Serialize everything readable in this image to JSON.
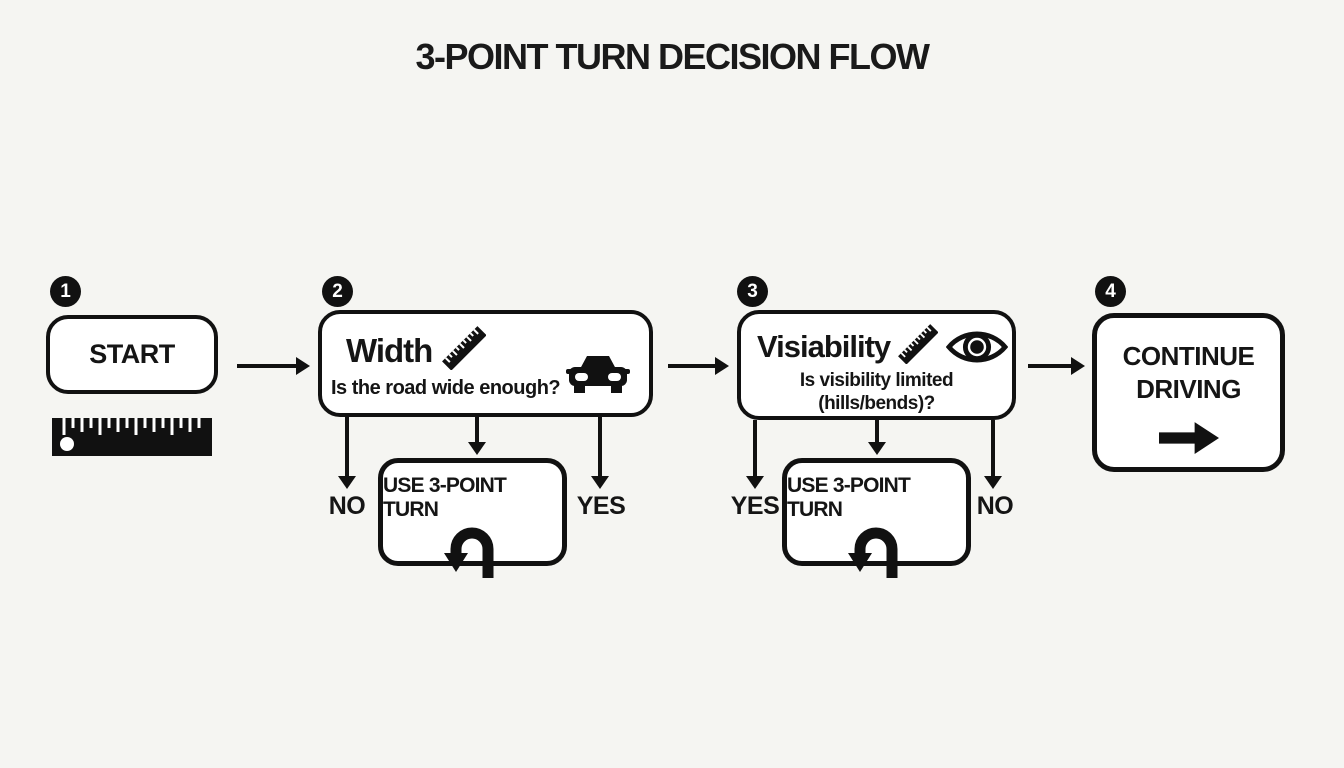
{
  "title": "3-POINT TURN DECISION FLOW",
  "colors": {
    "ink": "#111111",
    "background": "#f5f5f2",
    "box_fill": "#ffffff"
  },
  "nodes": {
    "start": {
      "badge": "1",
      "label": "START"
    },
    "width": {
      "badge": "2",
      "heading": "Width",
      "question": "Is the road wide enough?",
      "branch_left": "NO",
      "branch_right": "YES",
      "action": "USE 3-POINT TURN"
    },
    "visibility": {
      "badge": "3",
      "heading": "Visiability",
      "question_line1": "Is visibility limited",
      "question_line2": "(hills/bends)?",
      "branch_left": "YES",
      "branch_right": "NO",
      "action": "USE 3-POINT TURN"
    },
    "continue": {
      "badge": "4",
      "label_line1": "CONTINUE",
      "label_line2": "DRIVING"
    }
  },
  "icons": {
    "ruler_flat": "ruler-icon",
    "ruler_diagonal": "ruler-icon",
    "car": "car-icon",
    "eye": "eye-icon",
    "u_turn": "u-turn-icon",
    "arrow_right": "arrow-right-icon"
  }
}
